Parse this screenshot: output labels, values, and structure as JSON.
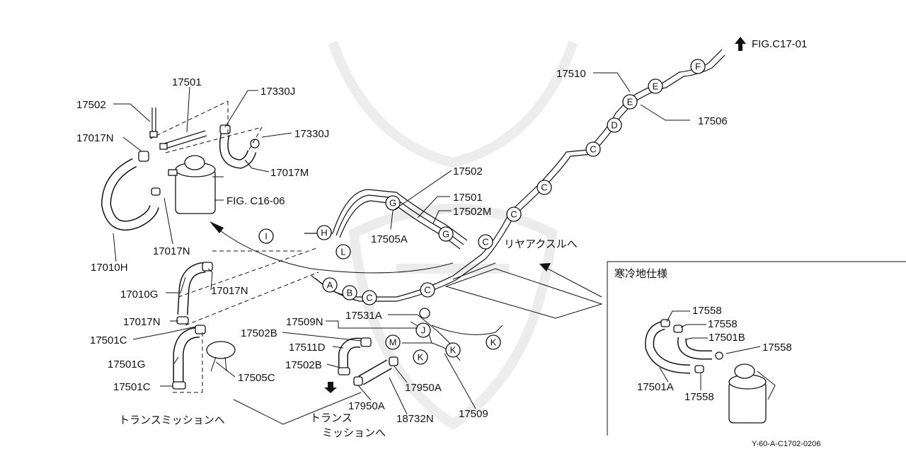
{
  "part_labels": {
    "p17501": "17501",
    "p17502_top": "17502",
    "p17330J_a": "17330J",
    "p17330J_b": "17330J",
    "p17017N_a": "17017N",
    "p17017M": "17017M",
    "fig_c16": "FIG. C16-06",
    "p17010H": "17010H",
    "p17017N_b": "17017N",
    "p17010G": "17010G",
    "p17017N_c": "17017N",
    "p17017N_d": "17017N",
    "p17501C_a": "17501C",
    "p17501G": "17501G",
    "p17501C_b": "17501C",
    "p17505C": "17505C",
    "p17502_mid": "17502",
    "p17501_mid": "17501",
    "p17502M": "17502M",
    "p17505A": "17505A",
    "p17509N": "17509N",
    "p17531A": "17531A",
    "p17502B_a": "17502B",
    "p17511D": "17511D",
    "p17502B_b": "17502B",
    "p17950A_a": "17950A",
    "p17950A_b": "17950A",
    "p18732N": "18732N",
    "p17509": "17509",
    "p17510": "17510",
    "p17506": "17506",
    "fig_c17": "FIG.C17-01"
  },
  "japanese": {
    "rear_axle": "リヤアクスルへ",
    "transmission_left": "トランスミッションへ",
    "transmission_line1": "トランス",
    "transmission_line2": "ミッションへ"
  },
  "inset": {
    "title": "寒冷地仕様",
    "labels": {
      "p17558_a": "17558",
      "p17558_b": "17558",
      "p17501B": "17501B",
      "p17558_c": "17558",
      "p17501A": "17501A",
      "p17558_d": "17558"
    }
  },
  "callouts": {
    "A": "A",
    "B": "B",
    "C": "C",
    "D": "D",
    "E": "E",
    "F": "F",
    "G": "G",
    "H": "H",
    "I": "I",
    "J": "J",
    "K": "K",
    "L": "L",
    "M": "M"
  },
  "doc_code": "Y-60-A-C1702-0206"
}
